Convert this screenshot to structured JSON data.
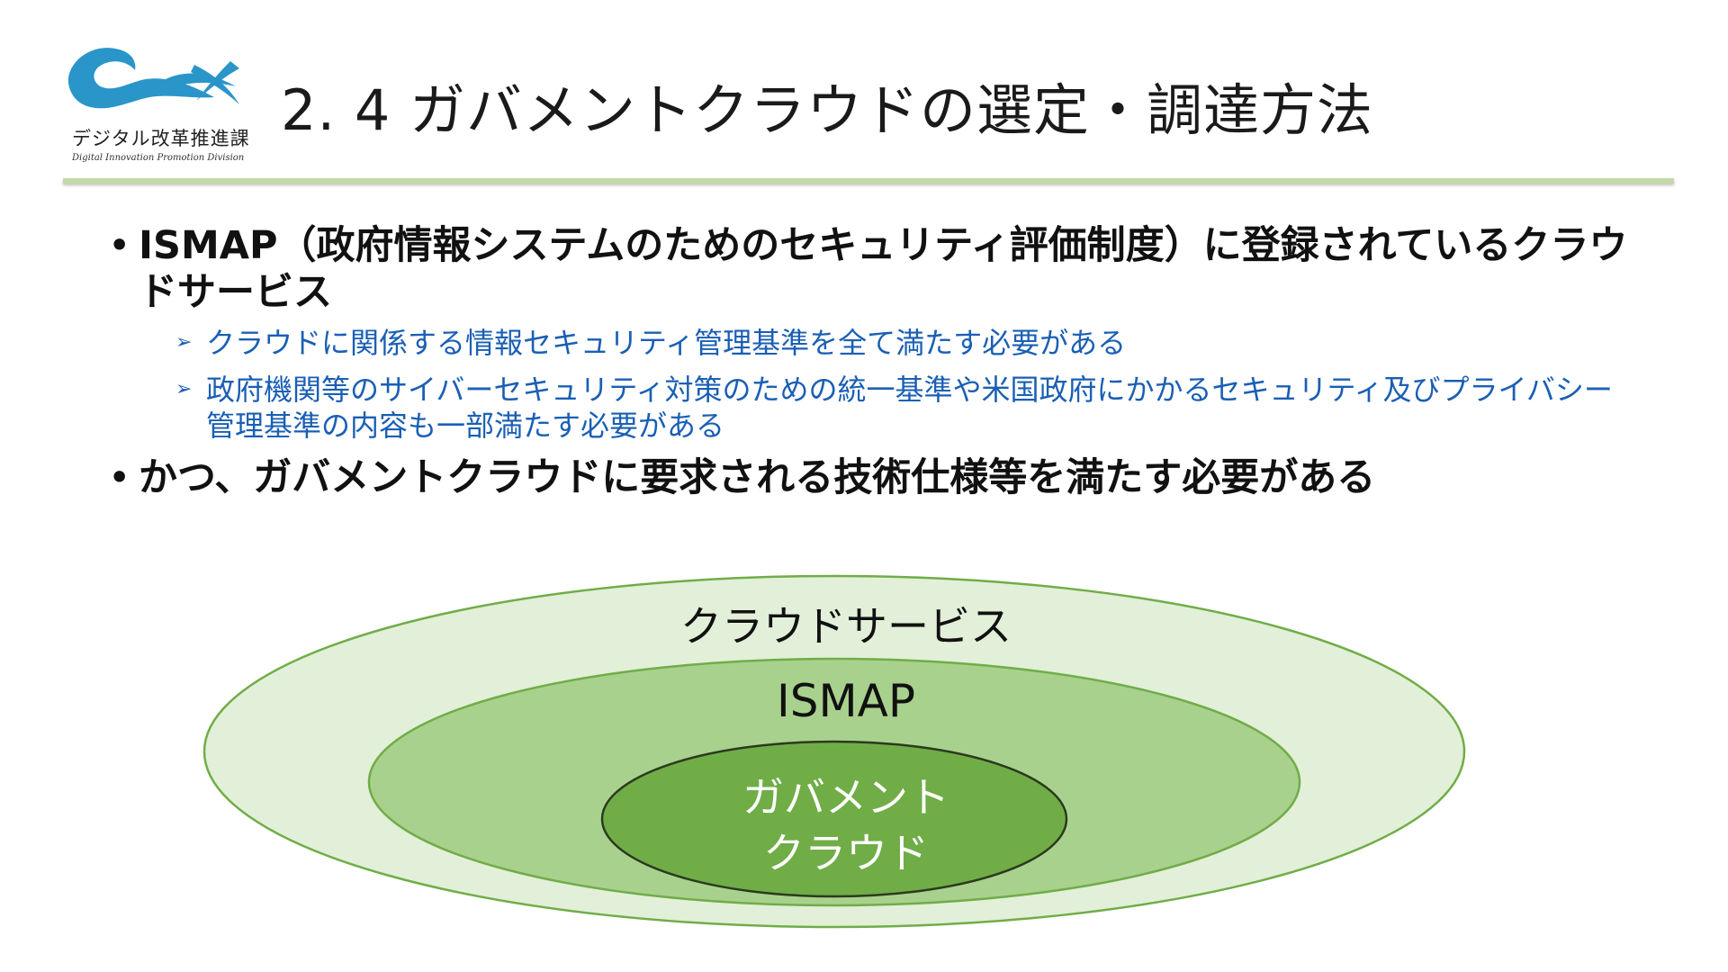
{
  "header": {
    "logo_text": "デジタル改革推進課",
    "logo_subtext": "Digital Innovation Promotion Division",
    "title": "2. 4 ガバメントクラウドの選定・調達方法"
  },
  "bullets": [
    {
      "text": "ISMAP（政府情報システムのためのセキュリティ評価制度）に登録されているクラウドサービス",
      "subitems": [
        "クラウドに関係する情報セキュリティ管理基準を全て満たす必要がある",
        "政府機関等のサイバーセキュリティ対策のための統一基準や米国政府にかかるセキュリティ及びプライバシー管理基準の内容も一部満たす必要がある"
      ]
    },
    {
      "text": "かつ、ガバメントクラウドに要求される技術仕様等を満たす必要がある"
    }
  ],
  "diagram": {
    "outer_label": "クラウドサービス",
    "middle_label": "ISMAP",
    "inner_label_line1": "ガバメント",
    "inner_label_line2": "クラウド"
  },
  "colors": {
    "outer_fill": "#e2efd9",
    "middle_fill": "#a9d18e",
    "inner_fill": "#70ad47",
    "ellipse_stroke": "#70ad47",
    "inner_stroke": "#2b3a1e",
    "sub_text": "#1a5fb4",
    "title_rule": "#c5d9a8",
    "logo_blue": "#2a95c9"
  }
}
